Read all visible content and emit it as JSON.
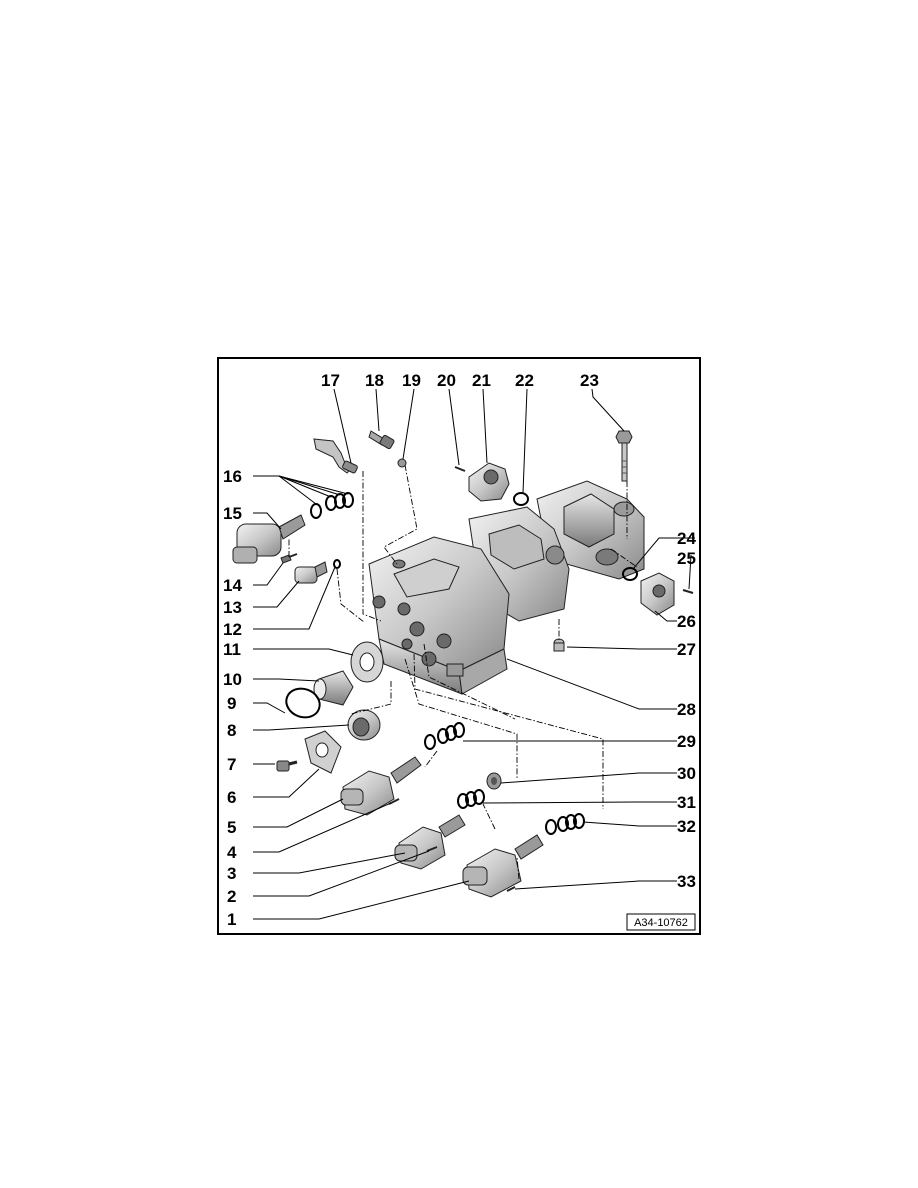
{
  "figure": {
    "reference_code": "A34-10762",
    "callouts": [
      "1",
      "2",
      "3",
      "4",
      "5",
      "6",
      "7",
      "8",
      "9",
      "10",
      "11",
      "12",
      "13",
      "14",
      "15",
      "16",
      "17",
      "18",
      "19",
      "20",
      "21",
      "22",
      "23",
      "24",
      "25",
      "26",
      "27",
      "28",
      "29",
      "30",
      "31",
      "32",
      "33"
    ]
  },
  "colors": {
    "line": "#000000",
    "part_fill": "#d9d9d9",
    "part_dark": "#8c8c8c",
    "background": "#ffffff"
  }
}
